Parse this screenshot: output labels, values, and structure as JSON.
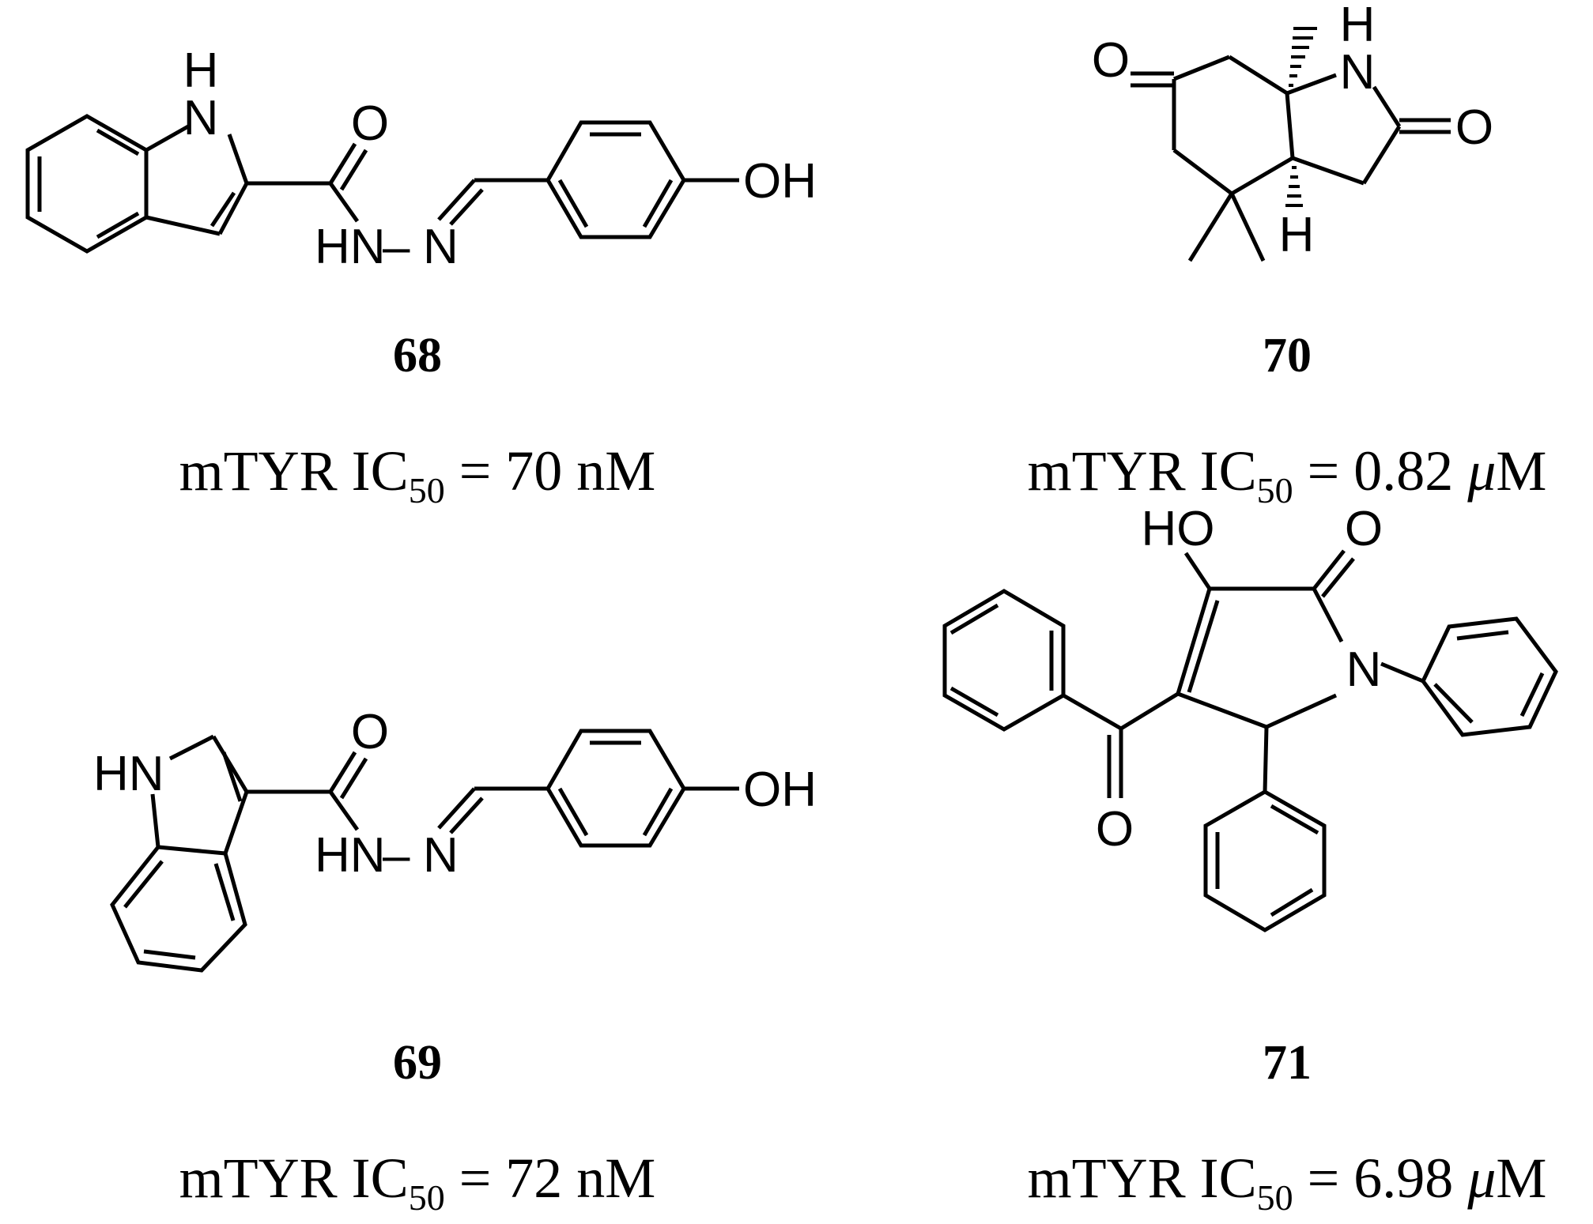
{
  "compounds": [
    {
      "id": "68",
      "activity": {
        "prefix": "mTYR IC",
        "subscript": "50",
        "value": " = 70 ",
        "unit_prefix": "",
        "unit": "nM"
      },
      "atoms": {
        "nh_h": "H",
        "nh_n": "N",
        "o": "O",
        "hn": "HN",
        "dash": "–",
        "n": "N",
        "oh": "OH"
      }
    },
    {
      "id": "70",
      "activity": {
        "prefix": "mTYR IC",
        "subscript": "50",
        "value": " = 0.82 ",
        "unit_prefix": "μ",
        "unit": "M"
      },
      "atoms": {
        "o_ketone": "O",
        "nh_h": "H",
        "nh_n": "N",
        "o_lactam": "O",
        "h": "H"
      }
    },
    {
      "id": "69",
      "activity": {
        "prefix": "mTYR IC",
        "subscript": "50",
        "value": " = 72 ",
        "unit_prefix": "",
        "unit": "nM"
      },
      "atoms": {
        "o": "O",
        "hn_indole": "HN",
        "hn": "HN",
        "dash": "–",
        "n": "N",
        "oh": "OH"
      }
    },
    {
      "id": "71",
      "activity": {
        "prefix": "mTYR IC",
        "subscript": "50",
        "value": " = 6.98 ",
        "unit_prefix": "μ",
        "unit": "M"
      },
      "atoms": {
        "ho": "HO",
        "o_lactam": "O",
        "n": "N",
        "o_benzoyl": "O"
      }
    }
  ]
}
